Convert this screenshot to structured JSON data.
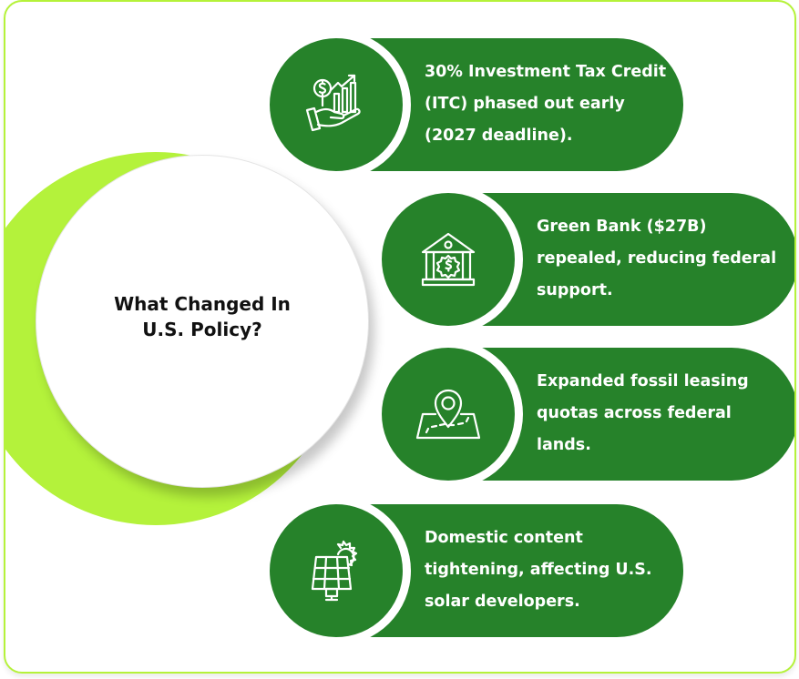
{
  "center": {
    "title": "What Changed In U.S. Policy?"
  },
  "items": [
    {
      "icon": "hand-money-growth-icon",
      "text": "30% Investment Tax Credit (ITC) phased out early (2027 deadline)."
    },
    {
      "icon": "bank-dollar-icon",
      "text": "Green Bank ($27B) repealed, reducing federal support."
    },
    {
      "icon": "map-pin-icon",
      "text": "Expanded fossil leasing quotas across federal lands."
    },
    {
      "icon": "solar-panel-icon",
      "text": "Domestic content tightening, affecting U.S. solar developers."
    }
  ],
  "colors": {
    "primary_green": "#26822a",
    "accent_lime": "#b4f23b",
    "text_dark": "#111111",
    "text_light": "#ffffff"
  }
}
